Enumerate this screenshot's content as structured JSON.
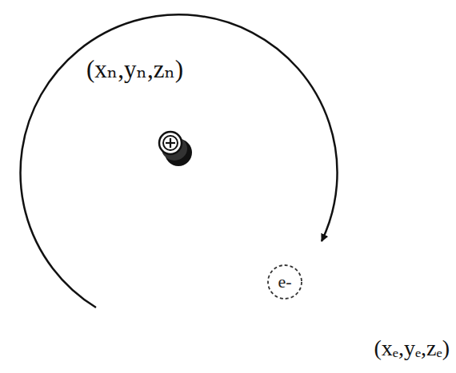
{
  "diagram": {
    "nodes": [
      {
        "text": [
          "e-"
        ]
      }
    ],
    "labels": [
      "(xₙ,yₙ,zₙ)",
      "(xₑ,yₑ,zₑ)"
    ]
  }
}
